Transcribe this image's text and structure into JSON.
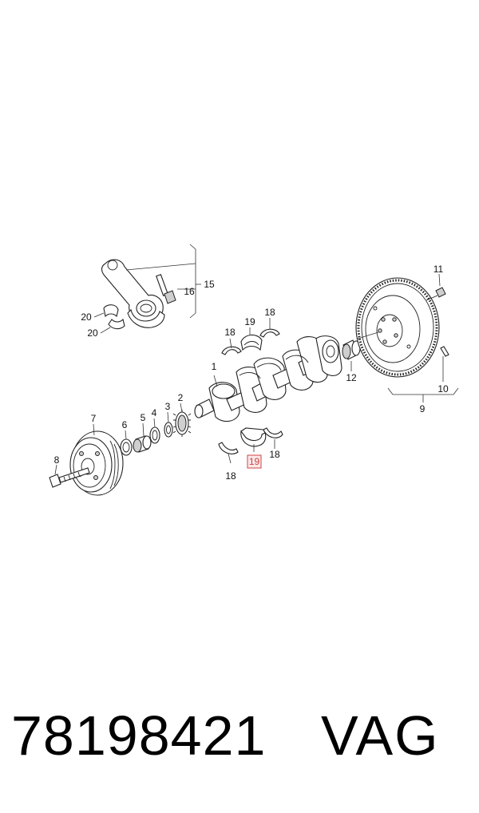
{
  "diagram": {
    "callouts": {
      "c1": "1",
      "c2": "2",
      "c3": "3",
      "c4": "4",
      "c5": "5",
      "c6": "6",
      "c7": "7",
      "c8": "8",
      "c9": "9",
      "c10": "10",
      "c11": "11",
      "c12": "12",
      "c15": "15",
      "c16": "16",
      "c18a": "18",
      "c18b": "18",
      "c18c": "18",
      "c18d": "18",
      "c19a": "19",
      "c19b": "19",
      "c20a": "20",
      "c20b": "20"
    },
    "highlighted_callout": "19",
    "highlight_color": "#cc4444"
  },
  "footer": {
    "part_number": "78198421",
    "brand": "VAG"
  }
}
